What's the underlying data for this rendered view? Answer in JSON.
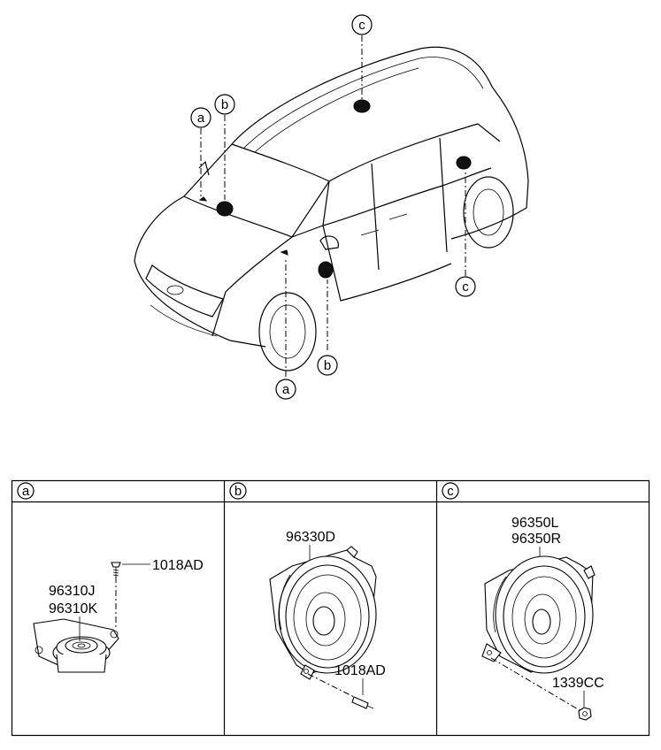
{
  "callouts": {
    "top_c": "c",
    "upper_a": "a",
    "upper_b": "b",
    "rear_c": "c",
    "lower_b": "b",
    "lower_a": "a"
  },
  "table": {
    "headers": [
      "a",
      "b",
      "c"
    ],
    "panel_a": {
      "part_lines": [
        "96310J",
        "96310K"
      ],
      "screw": "1018AD"
    },
    "panel_b": {
      "part": "96330D",
      "screw": "1018AD"
    },
    "panel_c": {
      "part_lines": [
        "96350L",
        "96350R"
      ],
      "nut": "1339CC"
    }
  },
  "icons": [
    "car-outline-icon",
    "tweeter-speaker-icon",
    "door-speaker-icon",
    "screw-icon",
    "nut-icon"
  ]
}
